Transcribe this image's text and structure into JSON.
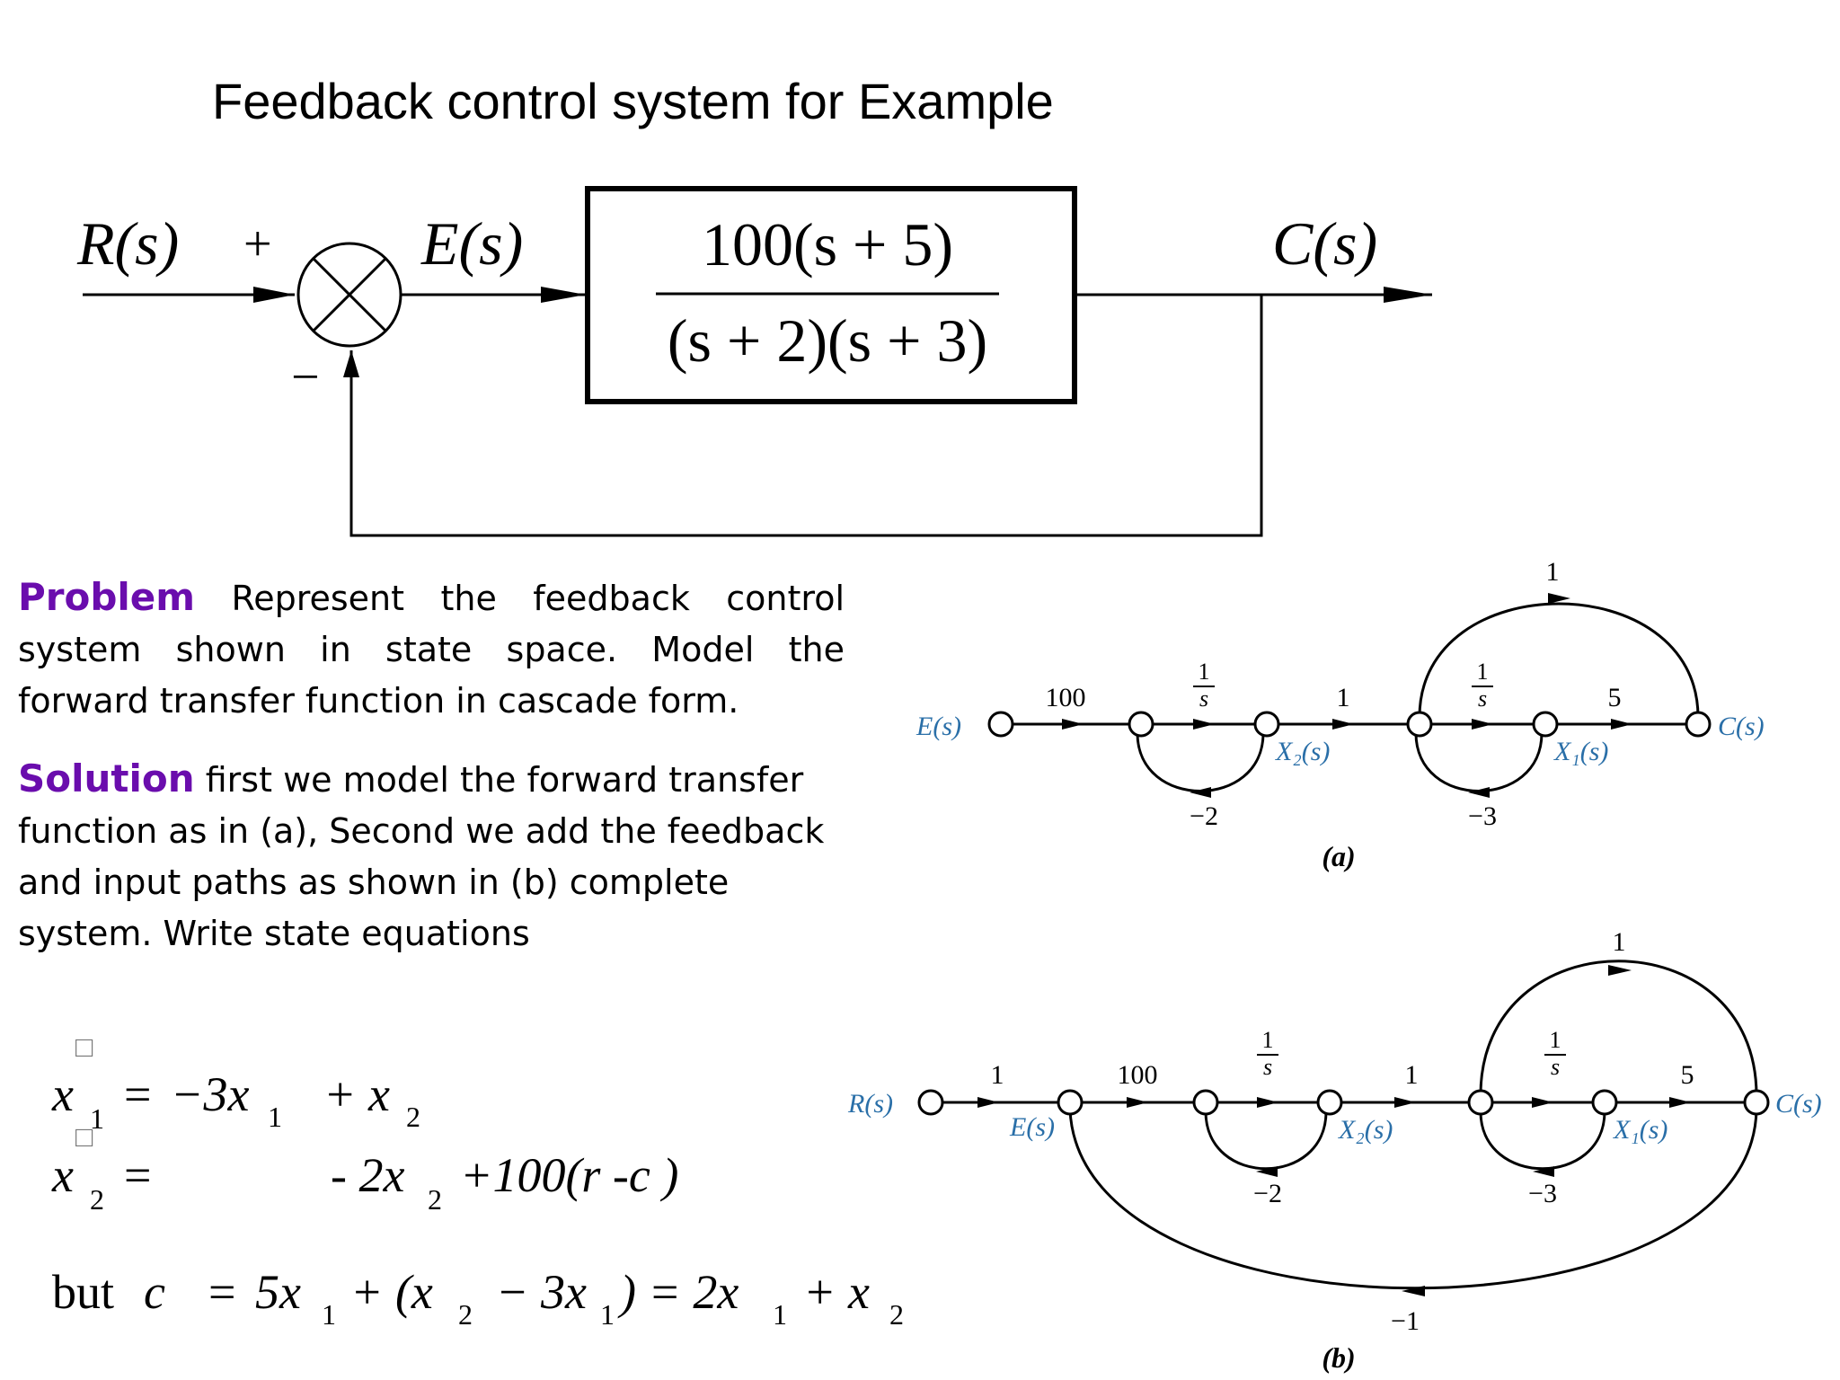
{
  "title": "Feedback control system for Example",
  "block": {
    "input": "R(s)",
    "plus": "+",
    "minus": "−",
    "error": "E(s)",
    "numerator": "100(s + 5)",
    "denominator": "(s + 2)(s + 3)",
    "output": "C(s)"
  },
  "problem": {
    "heading": "Problem",
    "text": "Represent the feedback control system shown in state space. Model the forward transfer function in cascade form."
  },
  "solution": {
    "heading": "Solution",
    "text": "first we model the forward transfer function as in (a), Second we add the feedback and input paths as shown in (b) complete system. Write state equations"
  },
  "equations": {
    "eq1": {
      "lhs": "x",
      "lhs_sub": "1",
      "eq": "=",
      "rhs_a": "−3x",
      "rhs_a_sub": "1",
      "rhs_b": "+ x",
      "rhs_b_sub": "2"
    },
    "eq2": {
      "lhs": "x",
      "lhs_sub": "2",
      "eq": "=",
      "rhs_a": "- 2x",
      "rhs_a_sub": "2",
      "rhs_b": "+100(r -c )"
    },
    "eq3": {
      "but": "but",
      "c": "c",
      "eq": "=",
      "t1": "5x",
      "t1_sub": "1",
      "t2": "+ (x",
      "t2_sub": "2",
      "t3": "− 3x",
      "t3_sub": "1",
      "t4": ") = 2x",
      "t4_sub": "1",
      "t5": "+ x",
      "t5_sub": "2"
    },
    "placeholder_glyph": "□"
  },
  "sfg_a": {
    "caption": "(a)",
    "input": "E(s)",
    "output": "C(s)",
    "gain_100": "100",
    "integrator_num": "1",
    "integrator_den": "s",
    "gain_1": "1",
    "gain_5": "5",
    "feedforward": "1",
    "loop_x2": "−2",
    "loop_x1": "−3",
    "state_x2": "X₂(s)",
    "state_x1": "X₁(s)"
  },
  "sfg_b": {
    "caption": "(b)",
    "input": "R(s)",
    "error": "E(s)",
    "output": "C(s)",
    "gain_in": "1",
    "gain_100": "100",
    "integrator_num": "1",
    "integrator_den": "s",
    "gain_1": "1",
    "gain_5": "5",
    "feedforward": "1",
    "loop_x2": "−2",
    "loop_x1": "−3",
    "feedback": "−1",
    "state_x2": "X₂(s)",
    "state_x1": "X₁(s)"
  },
  "colors": {
    "text": "#000000",
    "keyword": "#6a0dad",
    "signal_label": "#2a6fa8"
  }
}
